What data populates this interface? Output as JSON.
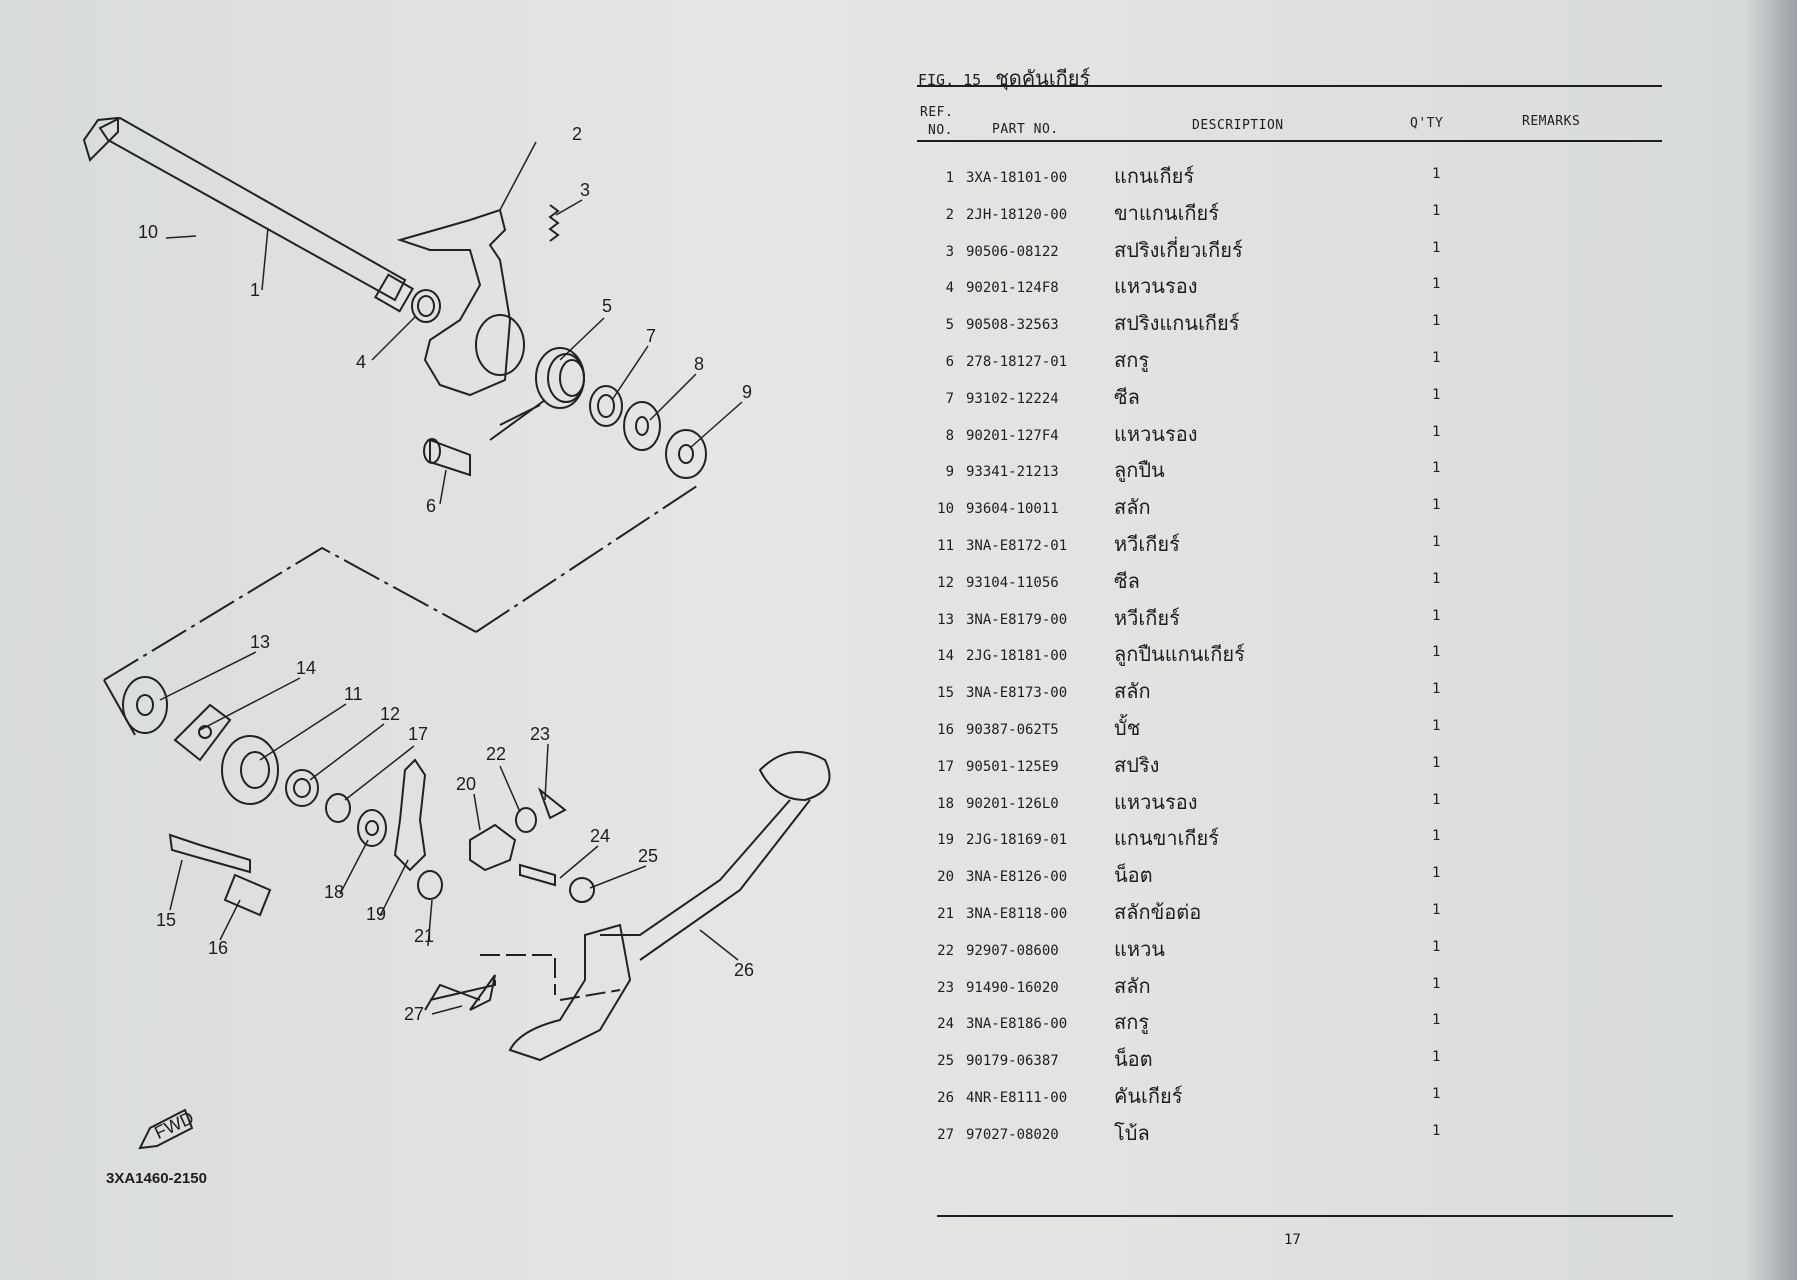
{
  "figure": {
    "label": "FIG. 15",
    "title": "ชุดคันเกียร์"
  },
  "table": {
    "headers": {
      "ref": "REF.",
      "ref_no": "NO.",
      "part_no": "PART NO.",
      "description": "DESCRIPTION",
      "qty": "Q'TY",
      "remarks": "REMARKS"
    },
    "rows": [
      {
        "ref": "1",
        "part": "3XA-18101-00",
        "desc": "แกนเกียร์",
        "qty": "1"
      },
      {
        "ref": "2",
        "part": "2JH-18120-00",
        "desc": "ขาแกนเกียร์",
        "qty": "1"
      },
      {
        "ref": "3",
        "part": "90506-08122",
        "desc": "สปริงเกี่ยวเกียร์",
        "qty": "1"
      },
      {
        "ref": "4",
        "part": "90201-124F8",
        "desc": "แหวนรอง",
        "qty": "1"
      },
      {
        "ref": "5",
        "part": "90508-32563",
        "desc": "สปริงแกนเกียร์",
        "qty": "1"
      },
      {
        "ref": "6",
        "part": "278-18127-01",
        "desc": "สกรู",
        "qty": "1"
      },
      {
        "ref": "7",
        "part": "93102-12224",
        "desc": "ซีล",
        "qty": "1"
      },
      {
        "ref": "8",
        "part": "90201-127F4",
        "desc": "แหวนรอง",
        "qty": "1"
      },
      {
        "ref": "9",
        "part": "93341-21213",
        "desc": "ลูกปืน",
        "qty": "1"
      },
      {
        "ref": "10",
        "part": "93604-10011",
        "desc": "สลัก",
        "qty": "1"
      },
      {
        "ref": "11",
        "part": "3NA-E8172-01",
        "desc": "หวีเกียร์",
        "qty": "1"
      },
      {
        "ref": "12",
        "part": "93104-11056",
        "desc": "ซีล",
        "qty": "1"
      },
      {
        "ref": "13",
        "part": "3NA-E8179-00",
        "desc": "หวีเกียร์",
        "qty": "1"
      },
      {
        "ref": "14",
        "part": "2JG-18181-00",
        "desc": "ลูกปืนแกนเกียร์",
        "qty": "1"
      },
      {
        "ref": "15",
        "part": "3NA-E8173-00",
        "desc": "สลัก",
        "qty": "1"
      },
      {
        "ref": "16",
        "part": "90387-062T5",
        "desc": "บั้ช",
        "qty": "1"
      },
      {
        "ref": "17",
        "part": "90501-125E9",
        "desc": "สปริง",
        "qty": "1"
      },
      {
        "ref": "18",
        "part": "90201-126L0",
        "desc": "แหวนรอง",
        "qty": "1"
      },
      {
        "ref": "19",
        "part": "2JG-18169-01",
        "desc": "แกนขาเกียร์",
        "qty": "1"
      },
      {
        "ref": "20",
        "part": "3NA-E8126-00",
        "desc": "น็อต",
        "qty": "1"
      },
      {
        "ref": "21",
        "part": "3NA-E8118-00",
        "desc": "สลักข้อต่อ",
        "qty": "1"
      },
      {
        "ref": "22",
        "part": "92907-08600",
        "desc": "แหวน",
        "qty": "1"
      },
      {
        "ref": "23",
        "part": "91490-16020",
        "desc": "สลัก",
        "qty": "1"
      },
      {
        "ref": "24",
        "part": "3NA-E8186-00",
        "desc": "สกรู",
        "qty": "1"
      },
      {
        "ref": "25",
        "part": "90179-06387",
        "desc": "น็อต",
        "qty": "1"
      },
      {
        "ref": "26",
        "part": "4NR-E8111-00",
        "desc": "คันเกียร์",
        "qty": "1"
      },
      {
        "ref": "27",
        "part": "97027-08020",
        "desc": "โบ้ล",
        "qty": "1"
      }
    ]
  },
  "diagram": {
    "callouts": [
      "10",
      "1",
      "2",
      "3",
      "4",
      "5",
      "7",
      "8",
      "9",
      "6",
      "13",
      "14",
      "11",
      "12",
      "17",
      "22",
      "23",
      "20",
      "24",
      "25",
      "18",
      "19",
      "21",
      "15",
      "16",
      "26",
      "27"
    ],
    "fwd_label": "FWD",
    "doc_code": "3XA1460-2150"
  },
  "page_number": "17"
}
